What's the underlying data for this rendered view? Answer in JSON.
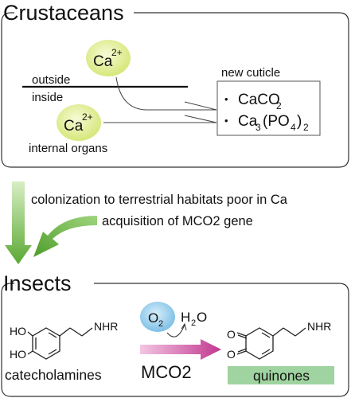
{
  "top_panel": {
    "title": "Crustaceans",
    "ion_top": {
      "base": "Ca",
      "sup": "2+"
    },
    "label_outside": "outside",
    "label_inside": "inside",
    "ion_bottom": {
      "base": "Ca",
      "sup": "2+"
    },
    "label_internal_organs": "internal organs",
    "cuticle_title": "new cuticle",
    "cuticle_items": [
      {
        "bullet": "•",
        "text": "CaCO",
        "sub": "2"
      },
      {
        "bullet": "•",
        "text": "Ca",
        "sub1": "3",
        "mid": "(PO",
        "sub2": "4",
        "end": ")",
        "sub3": "2"
      }
    ]
  },
  "middle": {
    "line1": "colonization to terrestrial habitats poor in Ca",
    "line2": "acquisition of MCO2 gene"
  },
  "bottom_panel": {
    "title": "Insects",
    "substrate_ho1": "HO",
    "substrate_ho2": "HO",
    "substrate_nhr": "NHR",
    "substrate_name": "catecholamines",
    "o2": {
      "base": "O",
      "sub": "2"
    },
    "h2o": {
      "h": "H",
      "sub": "2",
      "o": "O"
    },
    "enzyme": "MCO2",
    "product_nhr": "NHR",
    "product_name": "quinones"
  },
  "colors": {
    "ca_ion_fill": "#e6f0a0",
    "o2_fill": "#a9d7f0",
    "arrow_green": "#6cba3a",
    "arrow_magenta": "#c8399a",
    "quinones_box": "#9fd3a0"
  }
}
